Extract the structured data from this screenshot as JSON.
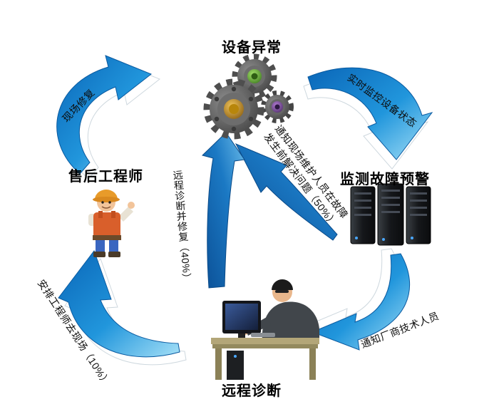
{
  "diagram": {
    "nodes": {
      "equipment": "设备异常",
      "monitoring": "监测故障预警",
      "engineer": "售后工程师",
      "remote": "远程诊断"
    },
    "labels": {
      "site_repair": "现场修复",
      "realtime_monitor": "实时监控设备状态",
      "notify_field_line1": "通知现场维护人员在故障",
      "notify_field_line2": "发生前解决问题（50%）",
      "remote_fix": "远程诊断并修复（40%）",
      "notify_vendor": "通知厂商技术人员",
      "arrange_engineer": "安排工程师去现场（10%）"
    },
    "icons": {
      "gears": "gears-icon",
      "servers": "server-rack-icon",
      "technician": "technician-at-computer-icon",
      "worker": "engineer-character-icon"
    },
    "colors": {
      "arrow_blue_dark": "#0a66b8",
      "arrow_blue_mid": "#2196dc",
      "arrow_blue_light": "#a5e0f7",
      "arrow_deep_blue": "#0b4f95",
      "gear_center_amber": "#d9a23a",
      "gear_center_green": "#67b83c",
      "gear_center_purple": "#7a4a9a",
      "text": "#0d0d0d",
      "background": "#ffffff"
    }
  }
}
